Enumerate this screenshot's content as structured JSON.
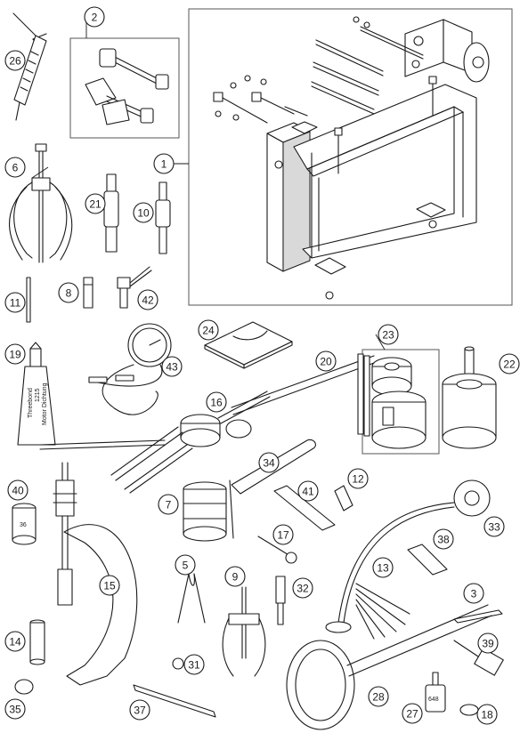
{
  "callouts": [
    {
      "id": "c26",
      "label": "26"
    },
    {
      "id": "c2",
      "label": "2"
    },
    {
      "id": "c1",
      "label": "1"
    },
    {
      "id": "c6",
      "label": "6"
    },
    {
      "id": "c21",
      "label": "21"
    },
    {
      "id": "c10",
      "label": "10"
    },
    {
      "id": "c11",
      "label": "11"
    },
    {
      "id": "c8",
      "label": "8"
    },
    {
      "id": "c42",
      "label": "42"
    },
    {
      "id": "c24",
      "label": "24"
    },
    {
      "id": "c23",
      "label": "23"
    },
    {
      "id": "c22",
      "label": "22"
    },
    {
      "id": "c19",
      "label": "19"
    },
    {
      "id": "c43",
      "label": "43"
    },
    {
      "id": "c20",
      "label": "20"
    },
    {
      "id": "c16",
      "label": "16"
    },
    {
      "id": "c34",
      "label": "34"
    },
    {
      "id": "c12",
      "label": "12"
    },
    {
      "id": "c40",
      "label": "40"
    },
    {
      "id": "c7",
      "label": "7"
    },
    {
      "id": "c41",
      "label": "41"
    },
    {
      "id": "c33",
      "label": "33"
    },
    {
      "id": "c17",
      "label": "17"
    },
    {
      "id": "c38",
      "label": "38"
    },
    {
      "id": "c15",
      "label": "15"
    },
    {
      "id": "c5",
      "label": "5"
    },
    {
      "id": "c9",
      "label": "9"
    },
    {
      "id": "c13",
      "label": "13"
    },
    {
      "id": "c32",
      "label": "32"
    },
    {
      "id": "c3",
      "label": "3"
    },
    {
      "id": "c14",
      "label": "14"
    },
    {
      "id": "c31",
      "label": "31"
    },
    {
      "id": "c39",
      "label": "39"
    },
    {
      "id": "c35",
      "label": "35"
    },
    {
      "id": "c37",
      "label": "37"
    },
    {
      "id": "c28",
      "label": "28"
    },
    {
      "id": "c27",
      "label": "27"
    },
    {
      "id": "c18",
      "label": "18"
    }
  ],
  "part_markings": {
    "tube_label_a": "Threebond",
    "tube_label_b": "1215",
    "tube_label_c": "Motor Dichtung",
    "socket_marking": "36",
    "bottle_marking": "648"
  },
  "colors": {
    "line": "#1a1a1a",
    "fill": "#ffffff",
    "shade": "#8f8f8f"
  }
}
